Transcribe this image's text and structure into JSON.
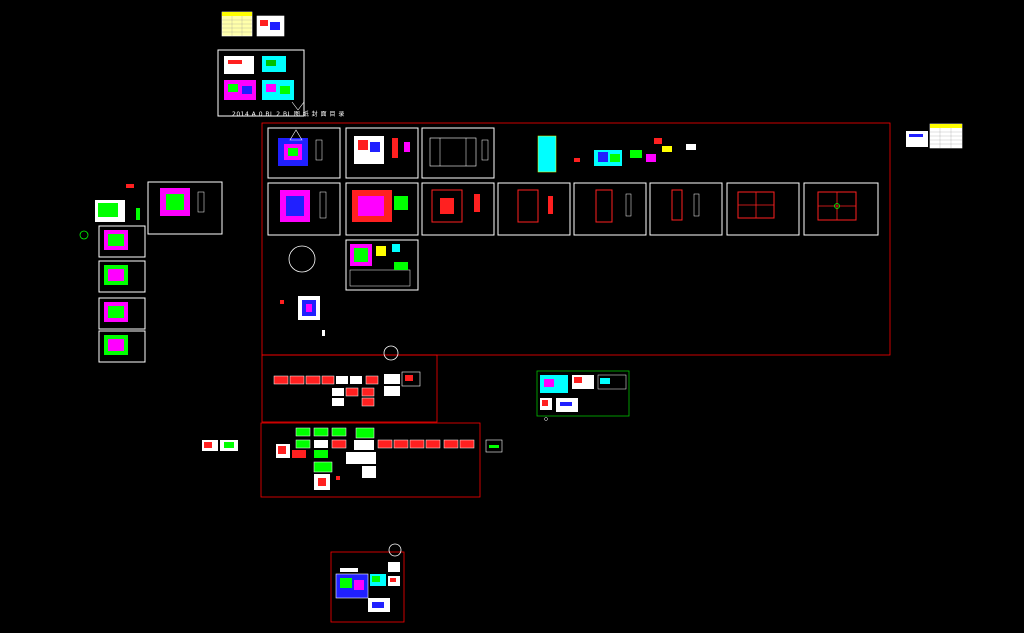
{
  "caption": "2014 A 0 BL 2 BL 图 纸 封 面 目 录",
  "colors": {
    "background": "#000000",
    "frame": "#ffffff",
    "region": "#ff0000",
    "region_alt": "#00c000",
    "fill_green": "#00ff00",
    "fill_magenta": "#ff00ff",
    "fill_cyan": "#00ffff",
    "fill_blue": "#2020ff",
    "fill_red": "#ff2020",
    "fill_yellow": "#ffff00"
  },
  "view": {
    "type": "cad-model-space",
    "mode": "zoom-extents"
  }
}
